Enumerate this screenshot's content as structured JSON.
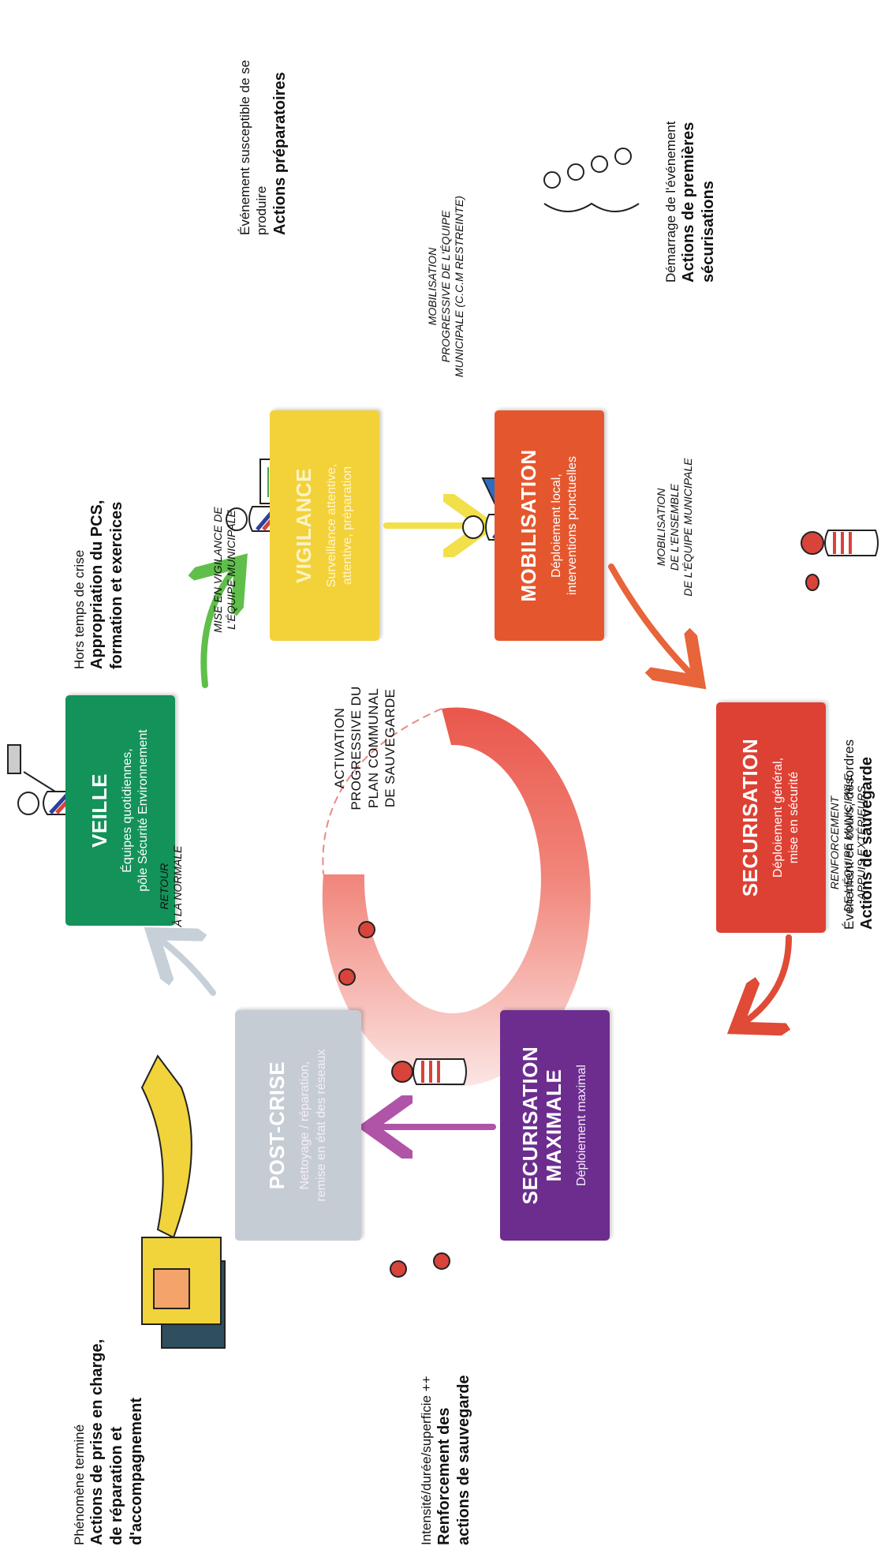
{
  "colors": {
    "veille": "#13925a",
    "vigilance": "#f3d139",
    "mobilisation": "#e4572e",
    "securisation": "#dd4134",
    "securisation_maximale": "#6c2d8f",
    "post_crise": "#c6ccd4",
    "arrow_green": "#5fbf4a",
    "arrow_yellow": "#f1e049",
    "arrow_orange": "#e8643a",
    "arrow_red": "#df4b36",
    "arrow_purple": "#b054a8",
    "arrow_grey": "#c7d0d8"
  },
  "stages": {
    "veille": {
      "title": "VEILLE",
      "line1": "Équipes quotidiennes,",
      "line2": "pôle Sécurité Environnement"
    },
    "vigilance": {
      "title": "VIGILANCE",
      "line1": "Surveillance attentive,",
      "line2": "attentive, préparation"
    },
    "mobilisation": {
      "title": "MOBILISATION",
      "line1": "Déploiement local,",
      "line2": "interventions ponctuelles"
    },
    "securisation": {
      "title": "SECURISATION",
      "line1": "Déploiement général,",
      "line2": "mise en sécurité"
    },
    "securisation_maximale": {
      "title1": "SECURISATION",
      "title2": "MAXIMALE",
      "line1": "Déploiement maximal"
    },
    "post_crise": {
      "title": "POST-CRISE",
      "line1": "Nettoyage / réparation,",
      "line2": "remise en état des réseaux"
    }
  },
  "center": {
    "line1": "ACTIVATION",
    "line2": "PROGRESSIVE DU",
    "line3": "PLAN COMMUNAL",
    "line4": "DE SAUVEGARDE"
  },
  "transitions": {
    "veille_to_vigilance": {
      "line1": "MISE EN VIGILANCE DE",
      "line2": "L'ÉQUIPE MUNICIPALE"
    },
    "vigilance_to_mobilisation": {
      "line1": "MOBILISATION",
      "line2": "PROGRESSIVE DE L'ÉQUIPE",
      "line3": "MUNICIPALE (C.C.M RESTREINTE)"
    },
    "mobilisation_to_securisation": {
      "line1": "MOBILISATION",
      "line2": "DE L'ENSEMBLE",
      "line3": "DE L'ÉQUIPE MUNICIPALE"
    },
    "securisation_to_maximale": {
      "line1": "RENFORCEMENT",
      "line2": "DE L'ÉQUIPE MUNICIPALE",
      "line3": "APPUIS EXTÉRIEURS"
    },
    "postcrise_to_veille": {
      "line1": "RETOUR",
      "line2": "À LA NORMALE"
    }
  },
  "annotations": {
    "veille": {
      "line1": "Hors temps de crise",
      "bold1": "Appropriation du PCS,",
      "bold2": "formation et exercices"
    },
    "vigilance": {
      "line1": "Événement susceptible de se",
      "line2": "produire",
      "bold1": "Actions préparatoires"
    },
    "mobilisation": {
      "line1": "Démarrage de l'événement",
      "bold1": "Actions de premières",
      "bold2": "sécurisations"
    },
    "securisation": {
      "line1": "Événement en cours, désordres",
      "bold1": "Actions de sauvegarde"
    },
    "maximale": {
      "line1": "Intensité/durée/superficie ++",
      "bold1": "Renforcement des",
      "bold2": "actions de sauvegarde"
    },
    "post_crise": {
      "line1": "Phénomène terminé",
      "bold1": "Actions de prise en charge,",
      "bold2": "de réparation et",
      "bold3": "d'accompagnement"
    }
  }
}
